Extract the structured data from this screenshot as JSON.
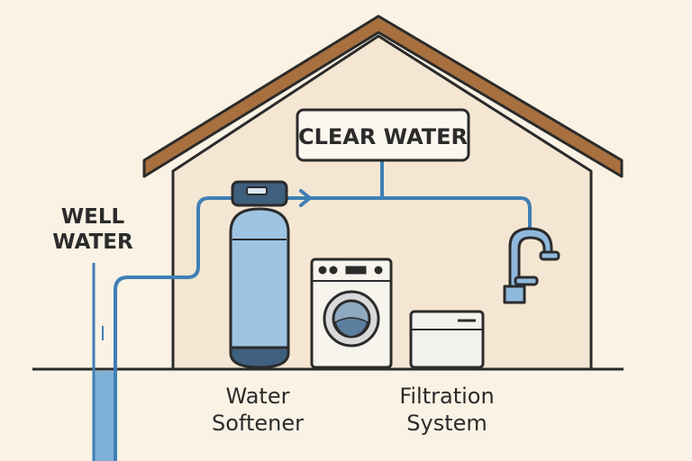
{
  "labels": {
    "well_line1": "WELL",
    "well_line2": "WATER",
    "clear_water": "CLEAR WATER",
    "softener_line1": "Water",
    "softener_line2": "Softener",
    "filtration_line1": "Filtration",
    "filtration_line2": "System"
  },
  "colors": {
    "background": "#faf2e4",
    "house_wall": "#f4e6d2",
    "roof": "#a8703f",
    "pipe": "#3f7fb5",
    "water": "#7fb1d8",
    "tank": "#9fc4e2",
    "outline": "#2b2b2b"
  },
  "icons": [
    "house-icon",
    "faucet-icon",
    "washing-machine-icon",
    "water-softener-tank-icon",
    "flow-arrow-icon"
  ]
}
